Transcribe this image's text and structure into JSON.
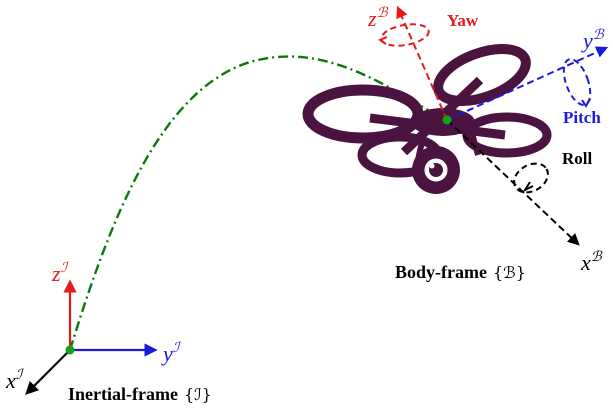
{
  "inertial": {
    "caption": "Inertial-frame",
    "set": "{ℐ}",
    "x_axis": {
      "letter": "x",
      "sup": "ℐ"
    },
    "y_axis": {
      "letter": "y",
      "sup": "ℐ"
    },
    "z_axis": {
      "letter": "z",
      "sup": "ℐ"
    }
  },
  "body": {
    "caption": "Body-frame",
    "set": "{ℬ}",
    "x_axis": {
      "letter": "x",
      "sup": "ℬ"
    },
    "y_axis": {
      "letter": "y",
      "sup": "ℬ"
    },
    "z_axis": {
      "letter": "z",
      "sup": "ℬ"
    },
    "rotations": {
      "yaw": "Yaw",
      "pitch": "Pitch",
      "roll": "Roll"
    }
  },
  "colors": {
    "x_axis": "#000000",
    "y_axis": "#1a1adf",
    "z_axis": "#e8191c",
    "trajectory": "#0a7a0a",
    "origin": "#15a015",
    "drone": "#4a1340"
  }
}
